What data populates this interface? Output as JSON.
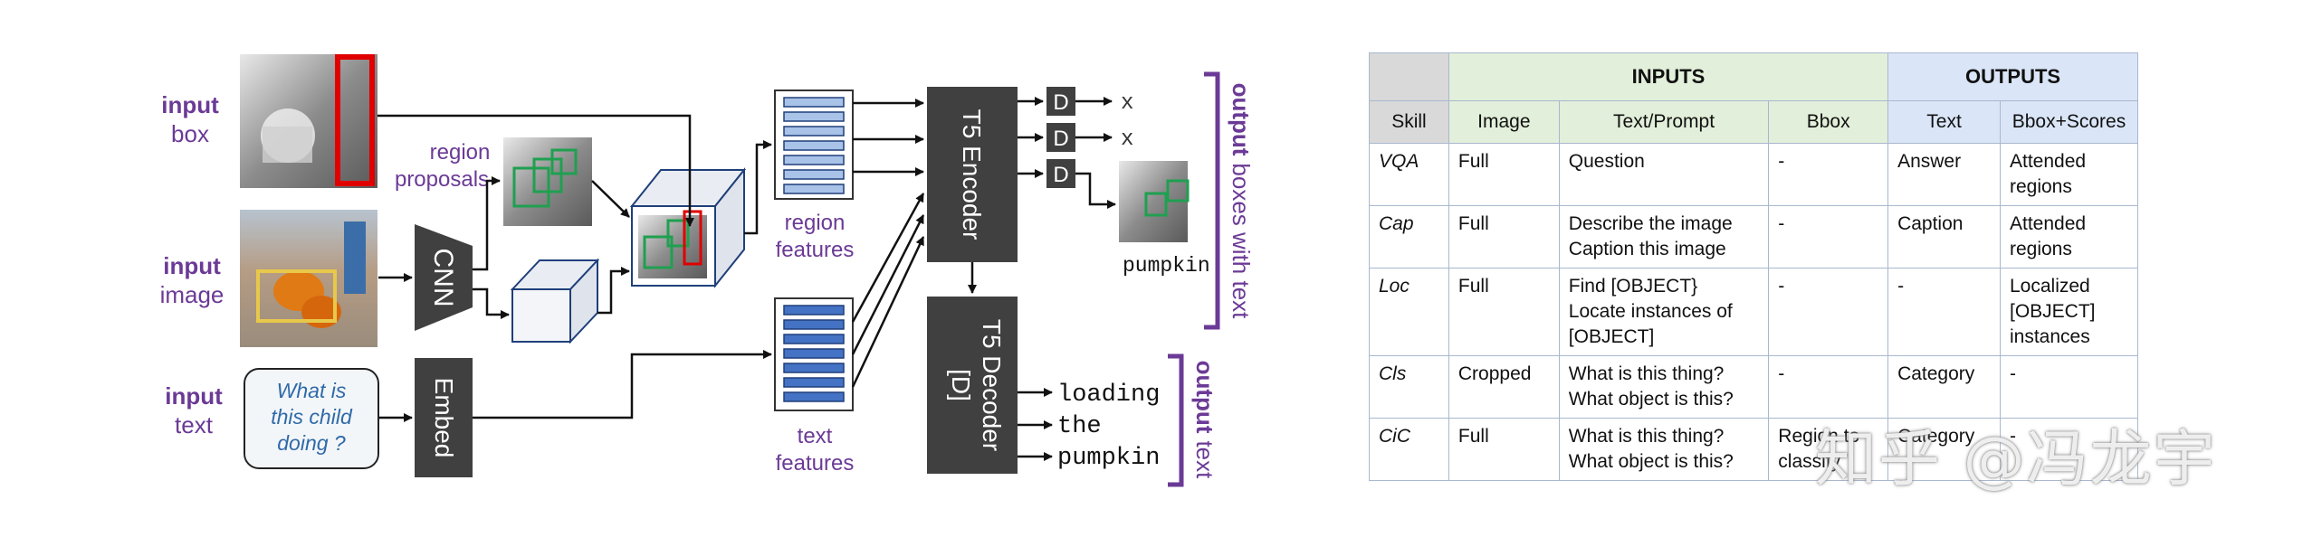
{
  "diagram": {
    "inputs": {
      "box": {
        "bold": "input",
        "word": "box"
      },
      "image": {
        "bold": "input",
        "word": "image"
      },
      "text": {
        "bold": "input",
        "word": "text"
      }
    },
    "question_lines": [
      "What is",
      "this child",
      "doing ?"
    ],
    "blocks": {
      "cnn": "CNN",
      "embed": "Embed",
      "encoder": "T5 Encoder",
      "decoder_line1": "T5 Decoder",
      "decoder_line2": "[D]",
      "d": "D"
    },
    "labels": {
      "region_proposals_1": "region",
      "region_proposals_2": "proposals",
      "region_features_1": "region",
      "region_features_2": "features",
      "text_features_1": "text",
      "text_features_2": "features",
      "x_mark": "x",
      "pumpkin": "pumpkin"
    },
    "output_boxes": {
      "bold": "output",
      "rest": "boxes with text"
    },
    "output_text": {
      "bold": "output",
      "rest": "text"
    },
    "decoded_words": [
      "loading",
      "the",
      "pumpkin"
    ]
  },
  "table": {
    "groups": {
      "inputs": "INPUTS",
      "outputs": "OUTPUTS"
    },
    "columns": [
      "Skill",
      "Image",
      "Text/Prompt",
      "Bbox",
      "Text",
      "Bbox+Scores"
    ],
    "rows": [
      {
        "skill": "VQA",
        "image": "Full",
        "prompt": [
          "Question"
        ],
        "bbox": "-",
        "text": "Answer",
        "scores": [
          "Attended",
          "regions"
        ]
      },
      {
        "skill": "Cap",
        "image": "Full",
        "prompt": [
          "Describe the image",
          "Caption this image"
        ],
        "bbox": "-",
        "text": "Caption",
        "scores": [
          "Attended",
          "regions"
        ]
      },
      {
        "skill": "Loc",
        "image": "Full",
        "prompt": [
          "Find [OBJECT}",
          "Locate instances of",
          "[OBJECT]"
        ],
        "bbox": "-",
        "text": "-",
        "scores": [
          "Localized",
          "[OBJECT]",
          "instances"
        ]
      },
      {
        "skill": "Cls",
        "image": "Cropped",
        "prompt": [
          "What is this thing?",
          "What object is this?"
        ],
        "bbox": "-",
        "text": "Category",
        "scores": [
          "-"
        ]
      },
      {
        "skill": "CiC",
        "image": "Full",
        "prompt": [
          "What is this thing?",
          "What object is this?"
        ],
        "bbox": [
          "Region to",
          "classify"
        ],
        "text": "Category",
        "scores": [
          "-"
        ]
      }
    ]
  },
  "watermark": "知乎 @冯龙宇",
  "colors": {
    "purple": "#6b3a96",
    "dark_block": "#404040",
    "feature_blue": "#4472c4",
    "feature_light": "#a9c2e8",
    "grey_hdr": "#d9d9d9",
    "green_hdr": "#e2efda",
    "blue_hdr": "#dae6f7"
  }
}
